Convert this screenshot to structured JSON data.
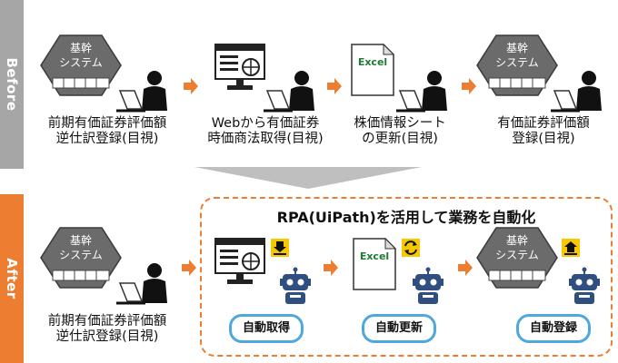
{
  "before": {
    "label": "Before",
    "steps": [
      {
        "system_line1": "基幹",
        "system_line2": "システム",
        "caption_line1": "前期有価証券評価額",
        "caption_line2": "逆仕訳登録(目視)"
      },
      {
        "caption_line1": "Webから有価証券",
        "caption_line2": "時価商法取得(目視)"
      },
      {
        "doc_label": "Excel",
        "caption_line1": "株価情報シート",
        "caption_line2": "の更新(目視)"
      },
      {
        "system_line1": "基幹",
        "system_line2": "システム",
        "caption_line1": "有価証券評価額",
        "caption_line2": "登録(目視)"
      }
    ]
  },
  "after": {
    "label": "After",
    "title": "RPA(UiPath)を活用して業務を自動化",
    "steps": [
      {
        "system_line1": "基幹",
        "system_line2": "システム",
        "caption_line1": "前期有価証券評価額",
        "caption_line2": "逆仕訳登録(目視)"
      },
      {
        "badge": "自動取得"
      },
      {
        "doc_label": "Excel",
        "badge": "自動更新"
      },
      {
        "system_line1": "基幹",
        "system_line2": "システム",
        "badge": "自動登録"
      }
    ]
  },
  "colors": {
    "orange": "#ed7d31",
    "gray": "#a6a6a6",
    "blue": "#4ea7dd",
    "navy": "#2f4f80",
    "yellow": "#f7c800"
  }
}
